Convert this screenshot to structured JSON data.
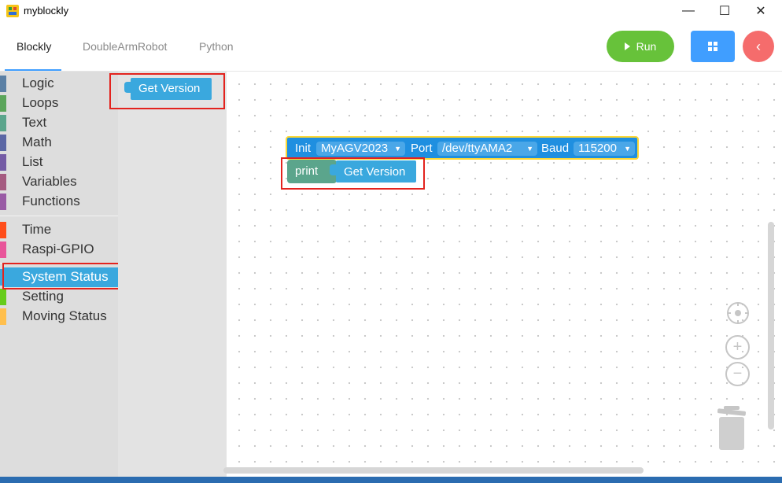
{
  "window": {
    "title": "myblockly",
    "minimize": "—",
    "maximize": "☐",
    "close": "✕"
  },
  "tabs": [
    {
      "label": "Blockly"
    },
    {
      "label": "DoubleArmRobot"
    },
    {
      "label": "Python"
    }
  ],
  "actions": {
    "run_label": "Run",
    "back_icon": "‹"
  },
  "toolbox": {
    "categories": [
      {
        "label": "Logic",
        "color": "#5b80a5"
      },
      {
        "label": "Loops",
        "color": "#5ba55b"
      },
      {
        "label": "Text",
        "color": "#5ba58c"
      },
      {
        "label": "Math",
        "color": "#5b67a5"
      },
      {
        "label": "List",
        "color": "#745ba5"
      },
      {
        "label": "Variables",
        "color": "#a55b80"
      },
      {
        "label": "Functions",
        "color": "#995ba5"
      },
      {
        "label": "Time",
        "color": "#ff4d1a"
      },
      {
        "label": "Raspi-GPIO",
        "color": "#e8559a"
      },
      {
        "label": "System Status",
        "color": "#3aa8de"
      },
      {
        "label": "Setting",
        "color": "#66cc1a"
      },
      {
        "label": "Moving Status",
        "color": "#ffbf4d"
      }
    ],
    "selected": "System Status"
  },
  "flyout": {
    "block_label": "Get Version"
  },
  "workspace": {
    "init_block": {
      "label": "Init",
      "model": "MyAGV2023",
      "port_label": "Port",
      "port": "/dev/ttyAMA2",
      "baud_label": "Baud",
      "baud": "115200"
    },
    "print_block": {
      "label": "print",
      "arg": "Get Version"
    }
  },
  "controls": {
    "zoom_in": "+",
    "zoom_out": "−"
  },
  "colors": {
    "block_blue": "#1f8fe0",
    "value_blue": "#3aa8de",
    "print_green": "#5ba58c",
    "highlight_red": "#e3231e"
  }
}
